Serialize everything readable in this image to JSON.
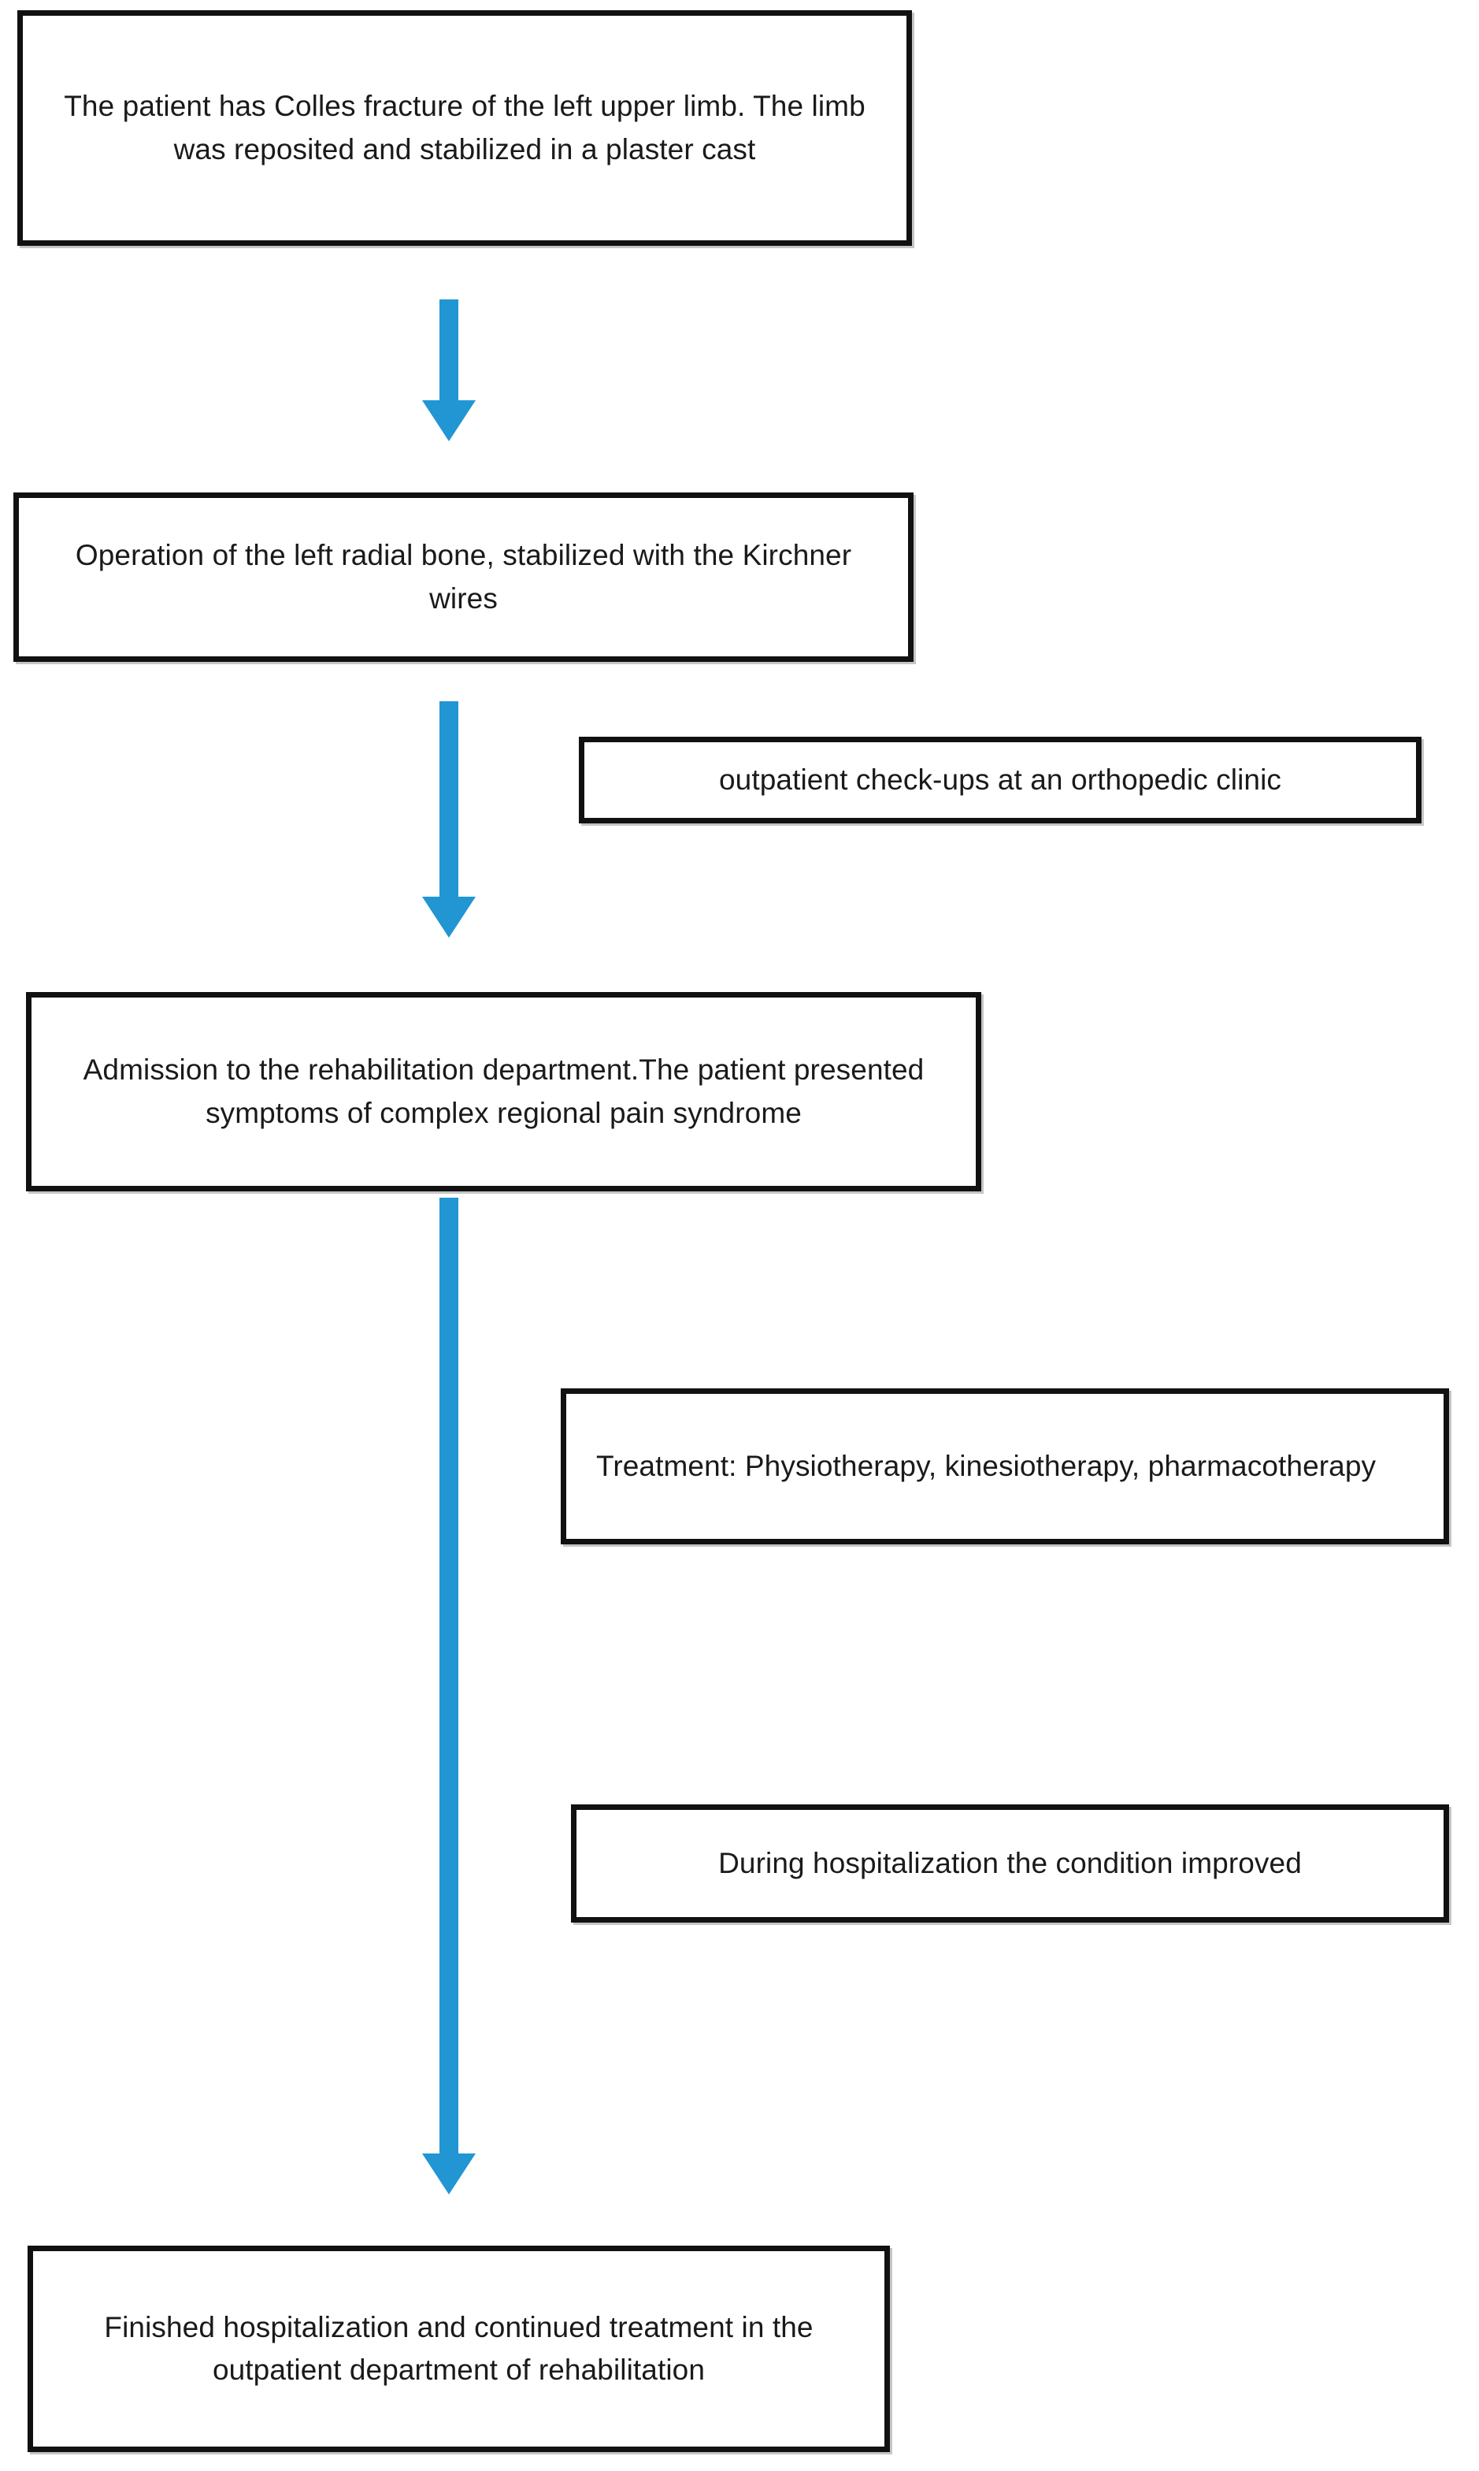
{
  "diagram": {
    "title": "Patient clinical pathway flowchart",
    "colors": {
      "box_border": "#111111",
      "box_fill": "#ffffff",
      "arrow": "#2196D3",
      "text": "#1a1a1a",
      "background": "#ffffff"
    },
    "nodes": [
      {
        "id": "admission-fracture",
        "text": "The patient has Colles fracture of the left upper limb. The limb was reposited and stabilized in a plaster cast"
      },
      {
        "id": "operation",
        "text": "Operation of the left radial bone, stabilized with the Kirchner wires"
      },
      {
        "id": "outpatient-checkups",
        "text": "outpatient check-ups at an orthopedic clinic"
      },
      {
        "id": "rehab-admission",
        "text": "Admission to the rehabilitation department.The patient presented symptoms of complex regional pain syndrome"
      },
      {
        "id": "treatment",
        "text": "Treatment: Physiotherapy, kinesiotherapy, pharmacotherapy"
      },
      {
        "id": "improvement",
        "text": "During hospitalization the condition improved"
      },
      {
        "id": "discharge",
        "text": "Finished hospitalization and continued treatment in the outpatient department of rehabilitation"
      }
    ],
    "connectors": [
      {
        "id": "arrow-1",
        "from": "admission-fracture",
        "to": "operation",
        "icon": "down-arrow-icon"
      },
      {
        "id": "arrow-2",
        "from": "operation",
        "to": "rehab-admission",
        "icon": "down-arrow-icon"
      },
      {
        "id": "arrow-3",
        "from": "rehab-admission",
        "to": "discharge",
        "icon": "down-arrow-icon"
      }
    ]
  }
}
